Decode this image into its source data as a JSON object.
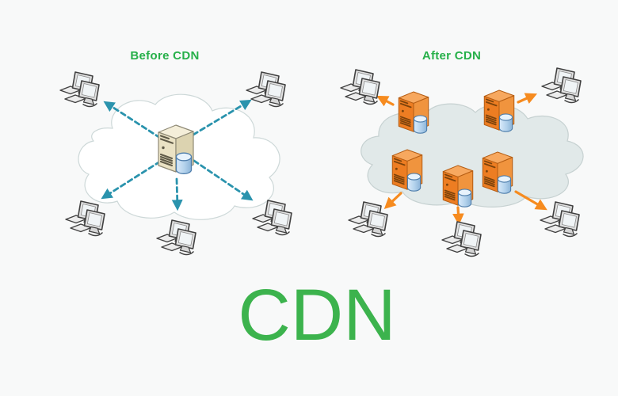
{
  "caption": {
    "text": "CDN"
  },
  "before": {
    "title": "Before CDN",
    "server_count": 1,
    "client_count": 5,
    "arrow_style": "dashed",
    "icons": {
      "server": "origin-server-with-database-icon",
      "client": "client-workstations-icon",
      "cloud": "internet-cloud"
    }
  },
  "after": {
    "title": "After CDN",
    "server_count": 5,
    "client_count": 5,
    "arrow_style": "solid",
    "icons": {
      "server": "edge-server-with-database-icon",
      "client": "client-workstations-icon",
      "cloud": "internet-cloud"
    }
  },
  "colors": {
    "background": "#f8f9f9",
    "title_green": "#27b04a",
    "caption_green": "#3cb34d",
    "before_arrow_teal": "#2a93ad",
    "after_arrow_orange": "#f68b1f",
    "origin_server_beige": "#eae2c4",
    "edge_server_orange": "#ed7d22",
    "database_blue": "#a8cbe8",
    "cloud_before_fill": "#ffffff",
    "cloud_after_fill": "#e1e9e9"
  }
}
